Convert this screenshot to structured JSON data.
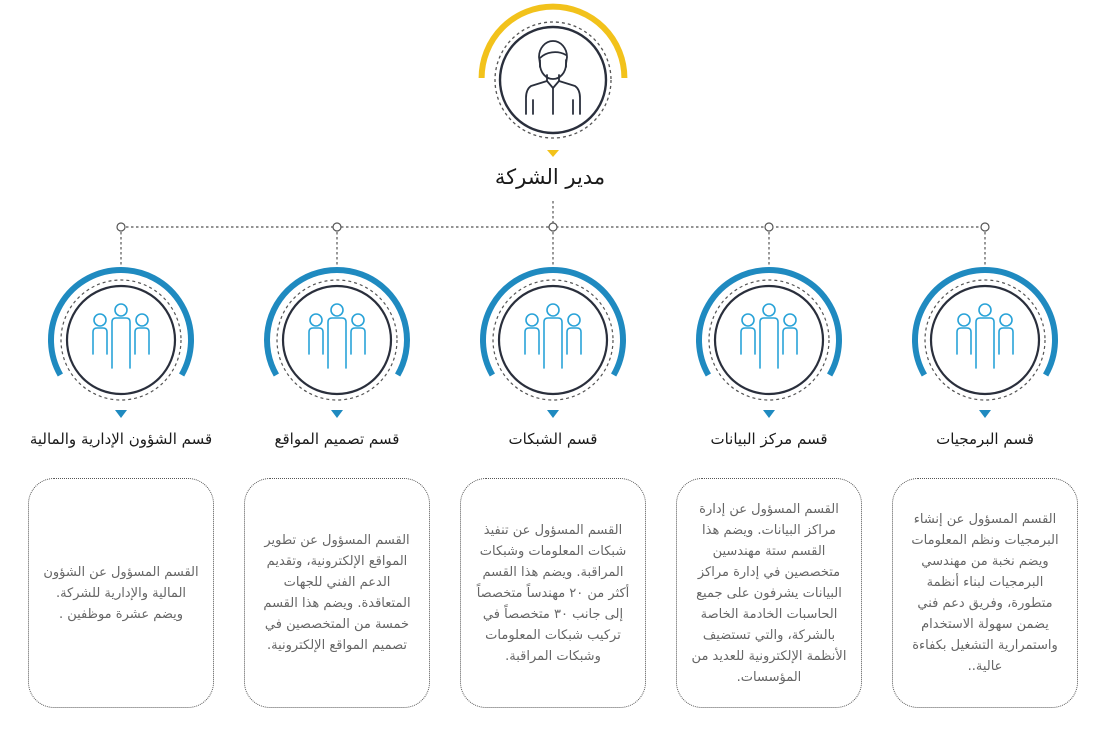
{
  "ceo": {
    "title": "مدير الشركة",
    "icon": "person-icon"
  },
  "departments": [
    {
      "title": "قسم البرمجيات",
      "icon": "team-icon",
      "description": "القسم المسؤول عن إنشاء البرمجيات ونظم المعلومات ويضم نخبة من مهندسي البرمجيات لبناء أنظمة متطورة، وفريق دعم فني يضمن سهولة الاستخدام واستمرارية التشغيل بكفاءة عالية.."
    },
    {
      "title": "قسم مركز البيانات",
      "icon": "team-icon",
      "description": "القسم المسؤول عن إدارة مراكز البيانات. ويضم هذا القسم ستة مهندسين متخصصين في إدارة مراكز البيانات يشرفون على جميع الحاسبات الخادمة الخاصة بالشركة، والتي تستضيف الأنظمة الإلكترونية للعديد من المؤسسات."
    },
    {
      "title": "قسم الشبكات",
      "icon": "team-icon",
      "description": "القسم المسؤول عن تنفيذ شبكات المعلومات وشبكات المراقبة. ويضم هذا القسم أكثر من ٢٠ مهندساً متخصصاً إلى جانب ٣٠ متخصصاً في تركيب شبكات المعلومات وشبكات المراقبة."
    },
    {
      "title": "قسم تصميم المواقع",
      "icon": "team-icon",
      "description": "القسم المسؤول عن تطوير المواقع الإلكترونية، وتقديم الدعم الفني للجهات المتعاقدة. ويضم هذا القسم خمسة من المتخصصين في تصميم المواقع الإلكترونية."
    },
    {
      "title": "قسم الشؤون الإدارية والمالية",
      "icon": "team-icon",
      "description": "القسم المسؤول عن الشؤون المالية والإدارية للشركة. ويضم عشرة موظفين ."
    }
  ],
  "colors": {
    "ceo_accent": "#f2c21b",
    "dept_accent": "#1f8ac0",
    "icon_stroke": "#2aa3d8",
    "line": "#555555"
  }
}
